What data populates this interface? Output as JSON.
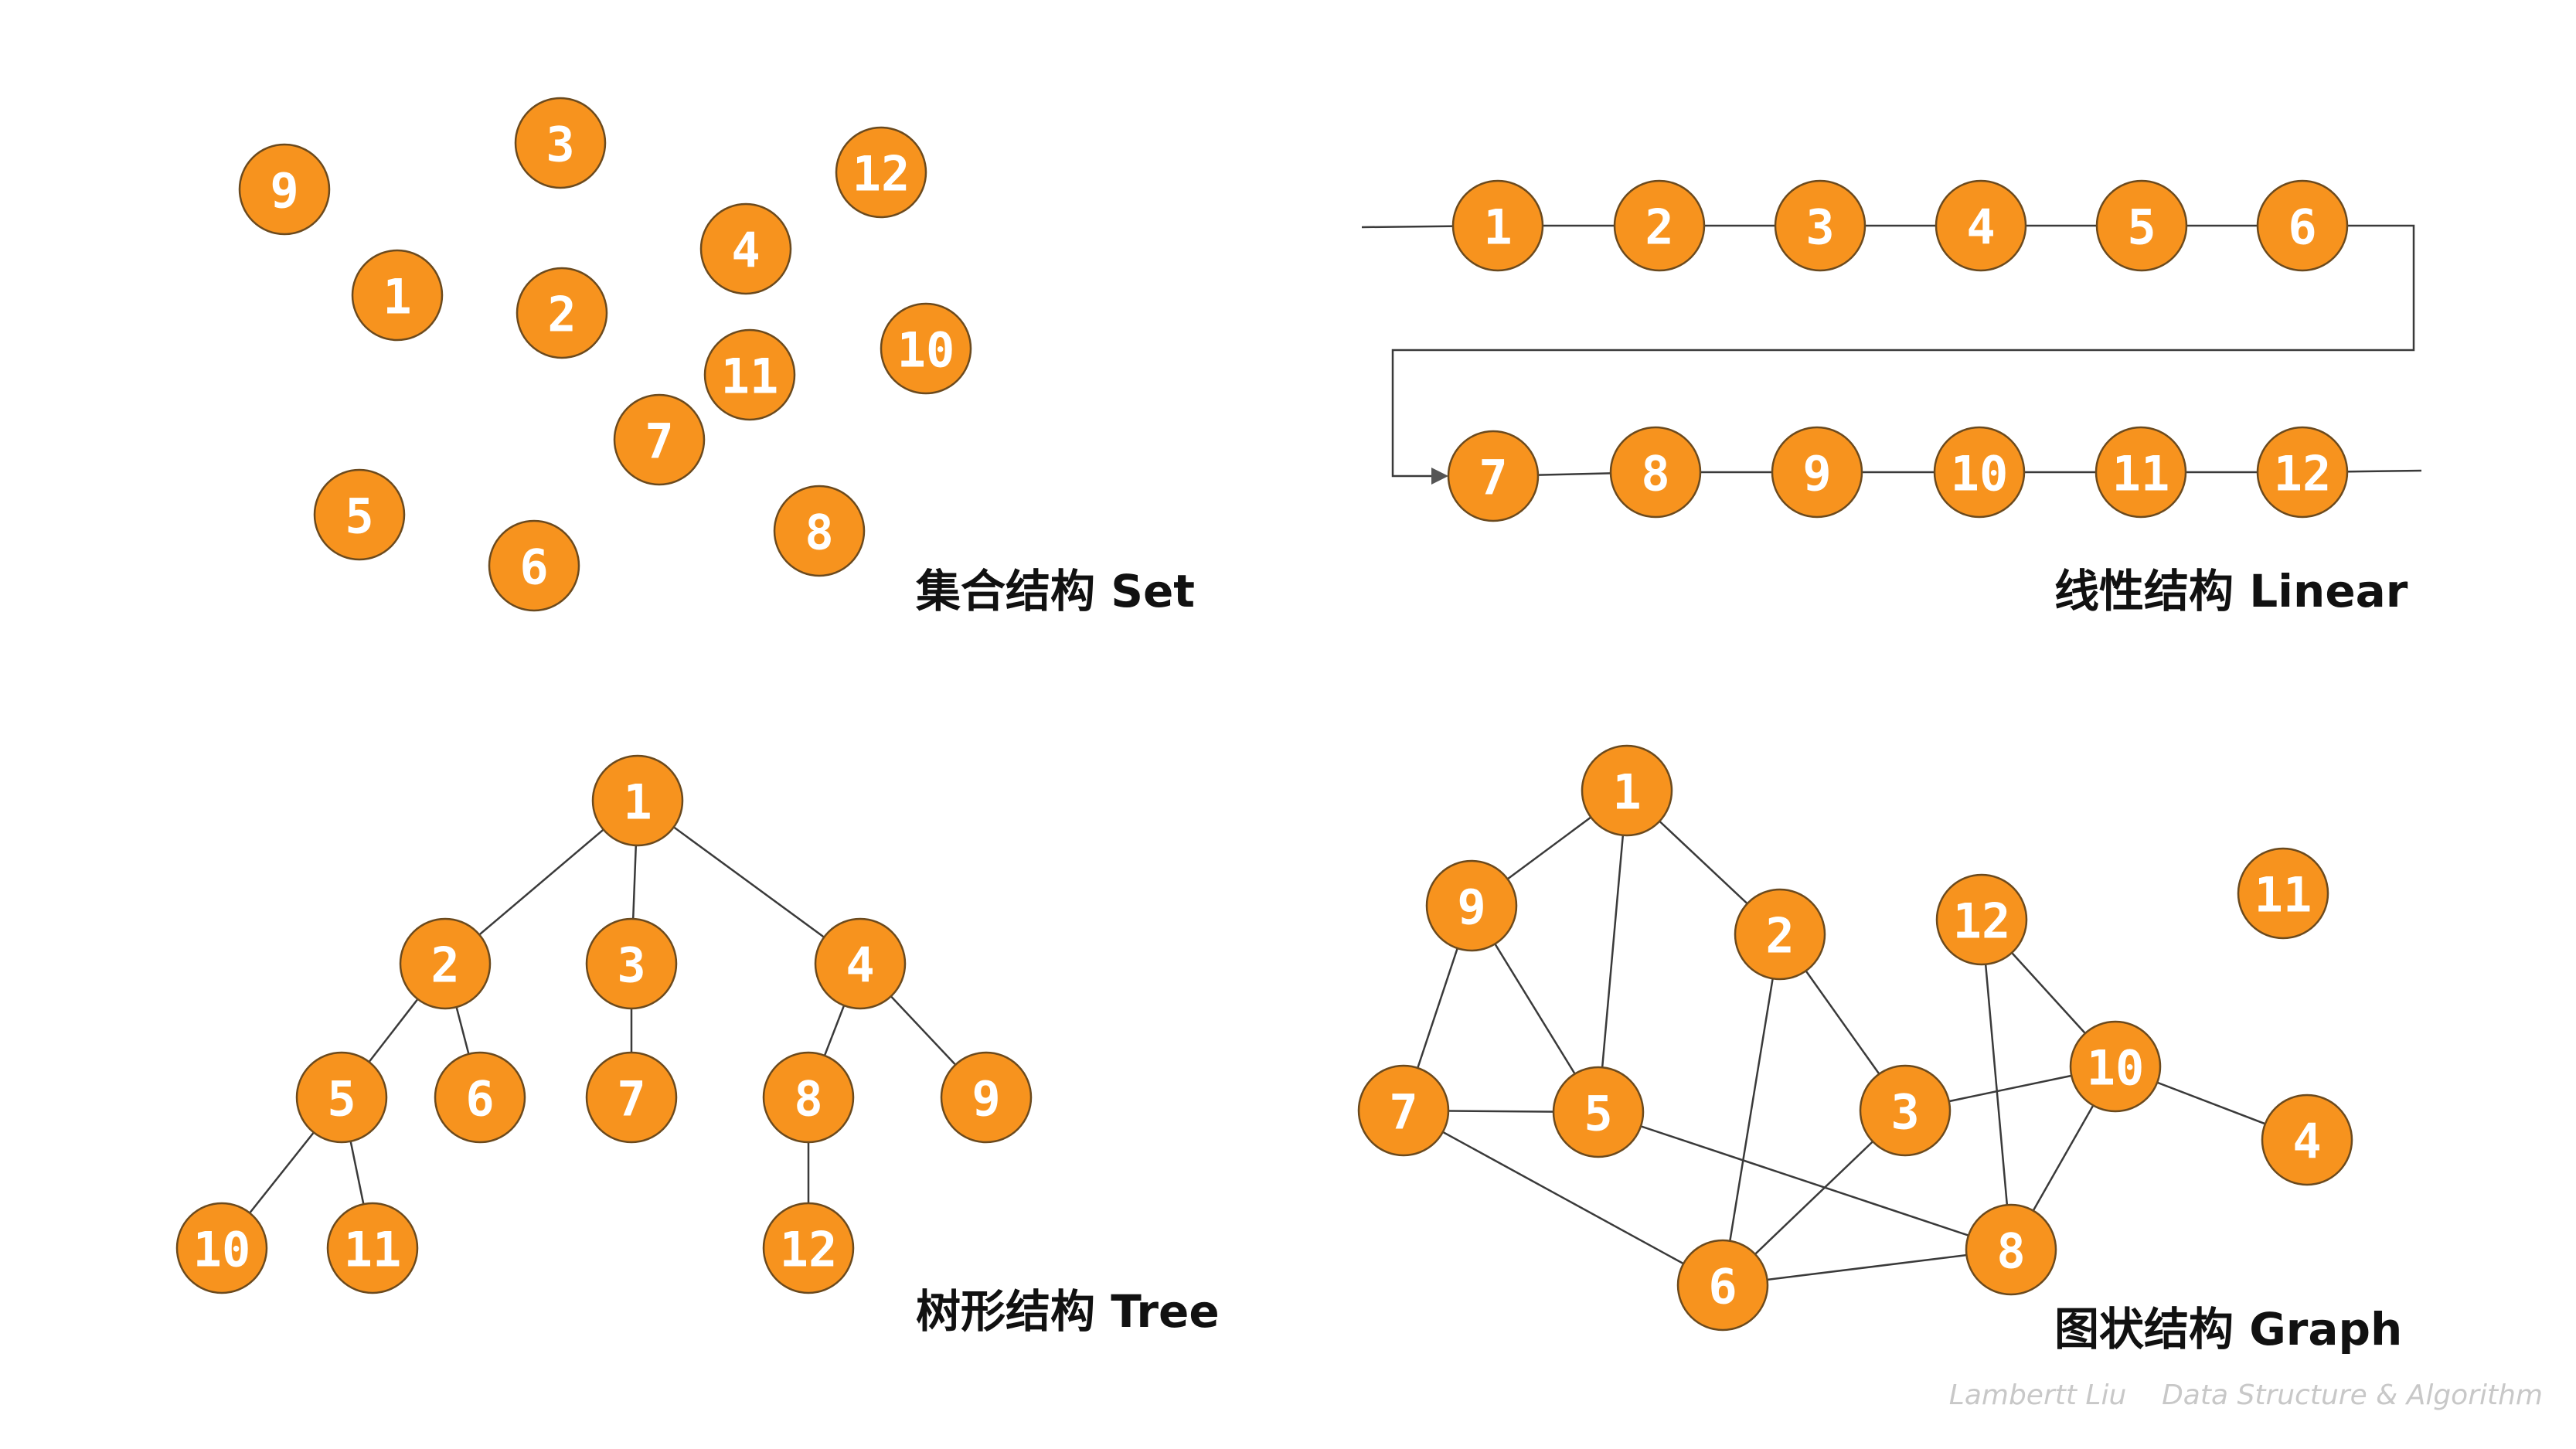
{
  "colors": {
    "node_fill": "#f7931e",
    "node_text": "#ffffff",
    "edge": "#3a3a3a",
    "caption": "#111111",
    "watermark": "#c8c8c8"
  },
  "panels": {
    "set": {
      "caption": "集合结构 Set",
      "nodes": [
        "9",
        "3",
        "12",
        "1",
        "2",
        "4",
        "10",
        "11",
        "7",
        "5",
        "6",
        "8"
      ],
      "edges": []
    },
    "linear": {
      "caption": "线性结构 Linear",
      "nodes": [
        "1",
        "2",
        "3",
        "4",
        "5",
        "6",
        "7",
        "8",
        "9",
        "10",
        "11",
        "12"
      ],
      "edges": [
        [
          "1",
          "2"
        ],
        [
          "2",
          "3"
        ],
        [
          "3",
          "4"
        ],
        [
          "4",
          "5"
        ],
        [
          "5",
          "6"
        ],
        [
          "6",
          "7"
        ],
        [
          "7",
          "8"
        ],
        [
          "8",
          "9"
        ],
        [
          "9",
          "10"
        ],
        [
          "10",
          "11"
        ],
        [
          "11",
          "12"
        ]
      ]
    },
    "tree": {
      "caption": "树形结构 Tree",
      "nodes": [
        "1",
        "2",
        "3",
        "4",
        "5",
        "6",
        "7",
        "8",
        "9",
        "10",
        "11",
        "12"
      ],
      "edges": [
        [
          "1",
          "2"
        ],
        [
          "1",
          "3"
        ],
        [
          "1",
          "4"
        ],
        [
          "2",
          "5"
        ],
        [
          "2",
          "6"
        ],
        [
          "3",
          "7"
        ],
        [
          "4",
          "8"
        ],
        [
          "4",
          "9"
        ],
        [
          "5",
          "10"
        ],
        [
          "5",
          "11"
        ],
        [
          "8",
          "12"
        ]
      ]
    },
    "graph": {
      "caption": "图状结构 Graph",
      "nodes": [
        "1",
        "9",
        "2",
        "12",
        "11",
        "10",
        "7",
        "5",
        "3",
        "4",
        "6",
        "8"
      ],
      "edges": [
        [
          "1",
          "9"
        ],
        [
          "1",
          "5"
        ],
        [
          "1",
          "2"
        ],
        [
          "9",
          "7"
        ],
        [
          "9",
          "5"
        ],
        [
          "7",
          "5"
        ],
        [
          "7",
          "6"
        ],
        [
          "5",
          "8"
        ],
        [
          "2",
          "3"
        ],
        [
          "2",
          "6"
        ],
        [
          "3",
          "6"
        ],
        [
          "3",
          "10"
        ],
        [
          "12",
          "10"
        ],
        [
          "12",
          "8"
        ],
        [
          "10",
          "8"
        ],
        [
          "10",
          "4"
        ],
        [
          "6",
          "8"
        ]
      ]
    }
  },
  "watermark": "Lambertt Liu    Data Structure & Algorithm"
}
